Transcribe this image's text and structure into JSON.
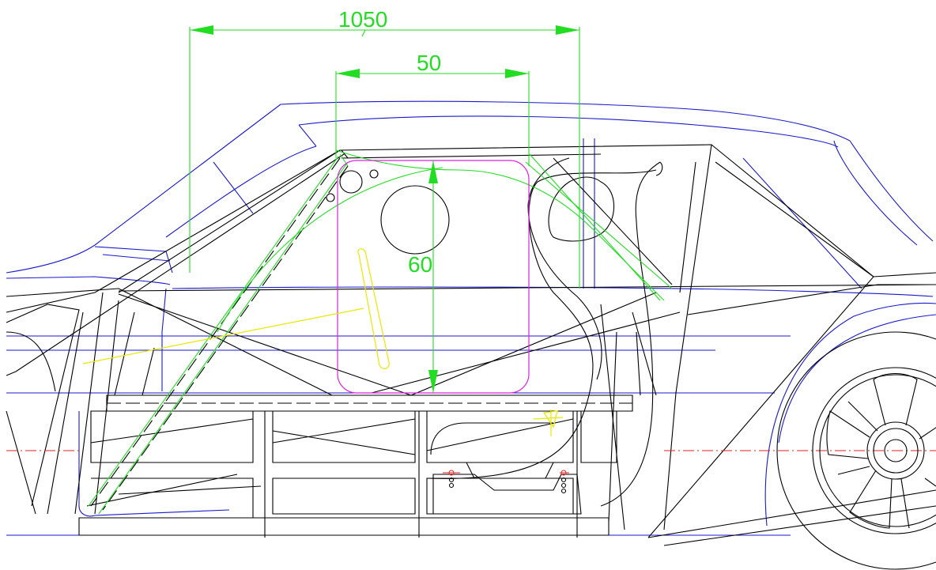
{
  "drawing": {
    "colors": {
      "structure": "#000000",
      "body_outline": "#1a1acc",
      "dimensions": "#22dd22",
      "seat_zone": "#dd22dd",
      "steering": "#e8e800",
      "centerline": "#dd2222"
    },
    "dimensions": {
      "overall_width_label": "1050",
      "upper_width_label": "50",
      "height_label": "60"
    }
  }
}
